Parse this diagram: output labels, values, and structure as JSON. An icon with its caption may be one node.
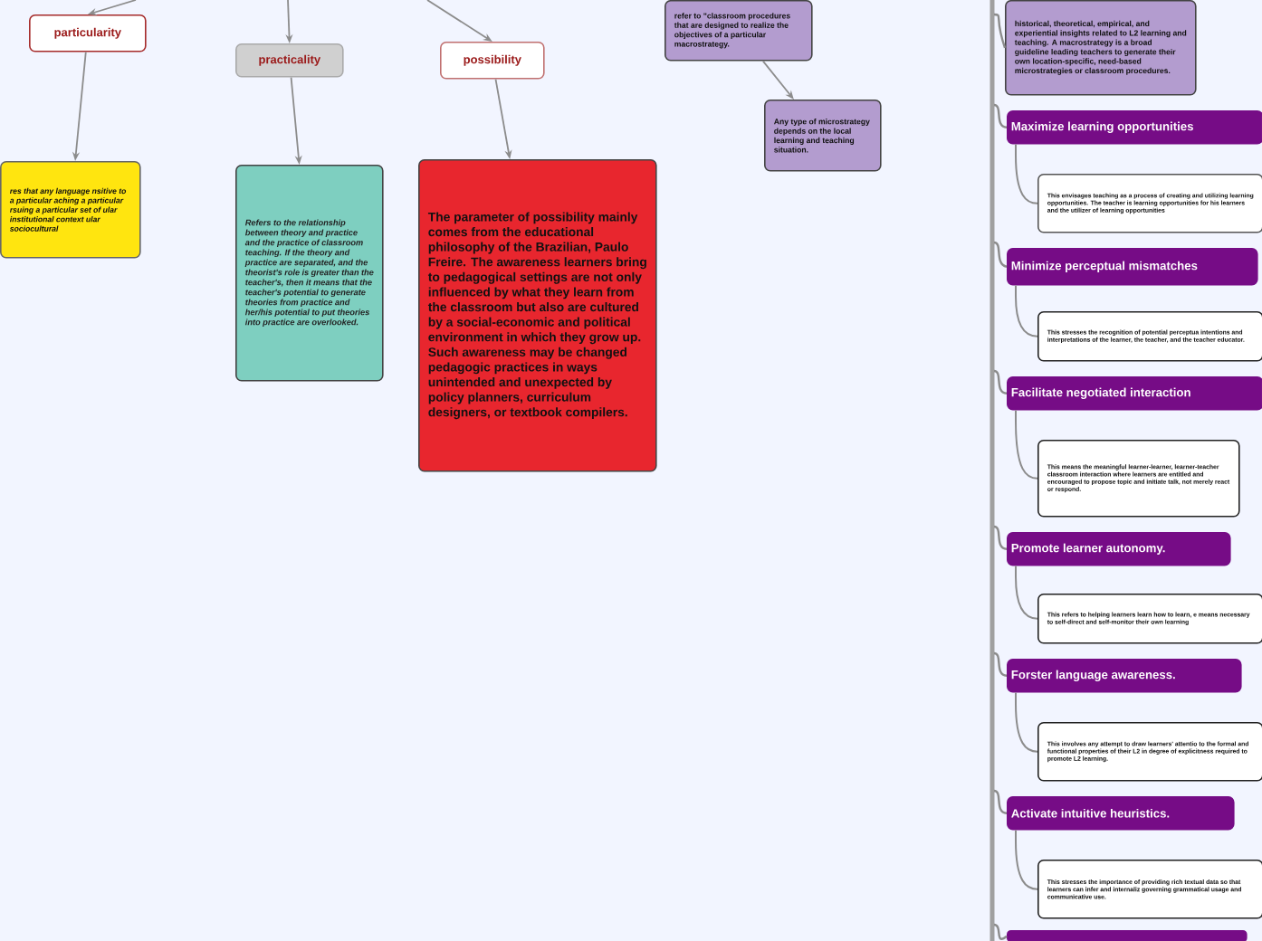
{
  "diagram": {
    "nodes": [
      {
        "text": [
          "particularity"
        ]
      },
      {
        "text": [
          "practicality"
        ]
      },
      {
        "text": [
          "possibility"
        ]
      },
      {
        "text": [
          "res that any language nsitive to a particular aching a particular rsuing a particular set of ular institutional context ular sociocultural"
        ]
      },
      {
        "text": [
          "Refers to the relationship between theory and practice and the practice of classroom teaching. If the theory and practice are separated, and the theorist's role is greater than the teacher's, then it means that the teacher's potential to generate theories from practice and her/his potential to put theories into practice are overlooked."
        ]
      },
      {
        "text": [
          "The parameter of possibility mainly comes from the educational philosophy of the Brazilian, Paulo Freire. The awareness learners bring to pedagogical settings are not only influenced by what they learn from the classroom but also are cultured by a social-economic and political environment in which they grow up. Such awareness may be changed pedagogic practices in ways unintended and unexpected by policy planners, curriculum designers, or textbook compilers."
        ]
      },
      {
        "text": [
          "refer to \"classroom procedures that are designed to realize the objectives of a particular macrostrategy."
        ]
      },
      {
        "text": [
          "Any type of microstrategy depends on the local learning and teaching situation."
        ]
      },
      {
        "text": [
          "historical, theoretical, empirical, and experiential insights related to L2 learning and teaching. A macrostrategy is a broad guideline leading teachers to generate their own location-specific, need-based microstrategies or classroom procedures."
        ]
      },
      {
        "text": [
          "Maximize learning opportunities"
        ]
      },
      {
        "text": [
          "This envisages teaching as a process of creating and utilizing learning opportunities. The teacher is learning opportunities for his learners and the utilizer of learning opportunities"
        ]
      },
      {
        "text": [
          "Minimize perceptual mismatches"
        ]
      },
      {
        "text": [
          "This stresses the recognition of potential perceptua intentions and interpretations of the learner, the teacher, and the teacher educator."
        ]
      },
      {
        "text": [
          "Facilitate negotiated interaction"
        ]
      },
      {
        "text": [
          "This means the meaningful learner-learner, learner-teacher classroom interaction where learners are entitled and encouraged to propose topic and initiate talk, not merely react or respond."
        ]
      },
      {
        "text": [
          "Promote learner autonomy."
        ]
      },
      {
        "text": [
          "This refers to helping learners learn how to learn, e means necessary to self-direct and self-monitor their own learning"
        ]
      },
      {
        "text": [
          "Forster language awareness."
        ]
      },
      {
        "text": [
          "This involves any attempt to draw learners' attentio to the formal and functional properties of their L2 in degree of explicitness required to promote L2 learning."
        ]
      },
      {
        "text": [
          "Activate intuitive heuristics."
        ]
      },
      {
        "text": [
          "This stresses the importance of providing rich textual data so that learners can infer and internaliz governing grammatical usage and communicative use."
        ]
      },
      {
        "text": [],
        "shape": "bar"
      }
    ],
    "edges": [
      {
        "from": null,
        "to": 0,
        "arrow": "to"
      },
      {
        "from": null,
        "to": 1,
        "arrow": "to"
      },
      {
        "from": null,
        "to": 2,
        "arrow": "to"
      },
      {
        "from": 0,
        "to": 3,
        "arrow": "to"
      },
      {
        "from": 1,
        "to": 4,
        "arrow": "to"
      },
      {
        "from": 2,
        "to": 5,
        "arrow": "to"
      },
      {
        "from": 6,
        "to": 7,
        "arrow": "to"
      },
      {
        "from": null,
        "to": 8,
        "arrow": "none"
      },
      {
        "from": null,
        "to": 9,
        "arrow": "none"
      },
      {
        "from": 9,
        "to": 10,
        "arrow": "none"
      },
      {
        "from": null,
        "to": 11,
        "arrow": "none"
      },
      {
        "from": 11,
        "to": 12,
        "arrow": "none"
      },
      {
        "from": null,
        "to": 13,
        "arrow": "none"
      },
      {
        "from": 13,
        "to": 14,
        "arrow": "none"
      },
      {
        "from": null,
        "to": 15,
        "arrow": "none"
      },
      {
        "from": 15,
        "to": 16,
        "arrow": "none"
      },
      {
        "from": null,
        "to": 17,
        "arrow": "none"
      },
      {
        "from": 17,
        "to": 18,
        "arrow": "none"
      },
      {
        "from": null,
        "to": 19,
        "arrow": "none"
      },
      {
        "from": 19,
        "to": 20,
        "arrow": "none"
      },
      {
        "from": null,
        "to": 21,
        "arrow": "none"
      }
    ]
  }
}
